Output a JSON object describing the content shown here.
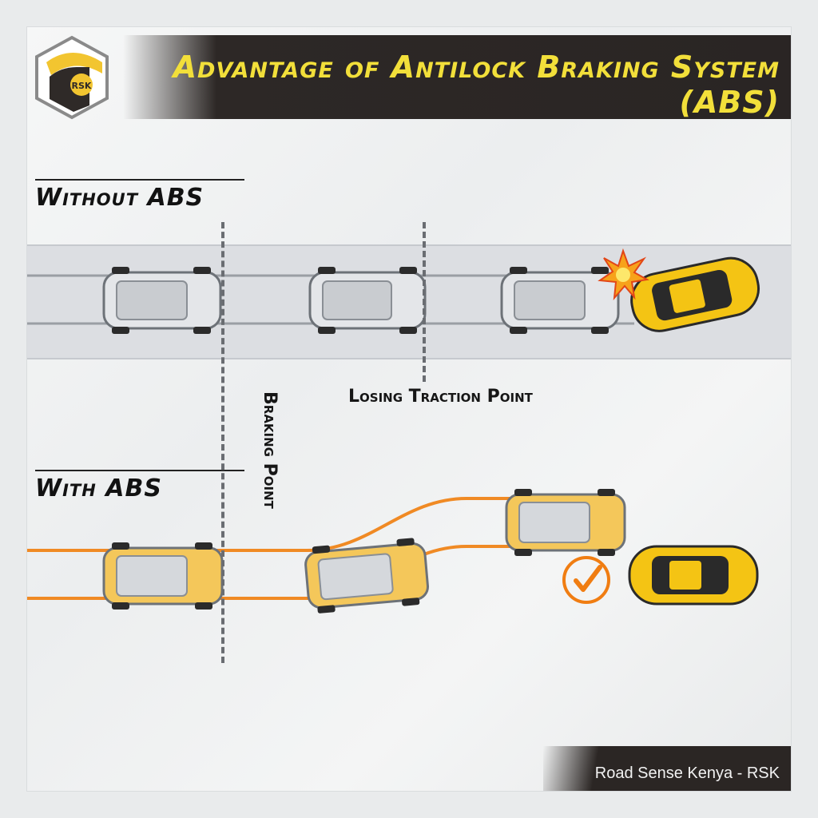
{
  "header": {
    "title": "Advantage of Antilock Braking System (ABS)",
    "logo_text": "RSK"
  },
  "sections": {
    "without": {
      "label": "Without ABS"
    },
    "with": {
      "label": "With ABS"
    }
  },
  "annotations": {
    "braking_point": "Braking Point",
    "losing_traction_point": "Losing Traction Point"
  },
  "footer": {
    "credit": "Road Sense Kenya - RSK"
  },
  "icons": [
    "collision-burst-icon",
    "checkmark-circle-icon",
    "rsk-road-logo"
  ],
  "colors": {
    "title_yellow": "#f2df3a",
    "header_dark": "#2d2826",
    "brake_path_orange": "#f08a24",
    "car_yellow": "#f4c414",
    "accent_check": "#f07d12"
  }
}
